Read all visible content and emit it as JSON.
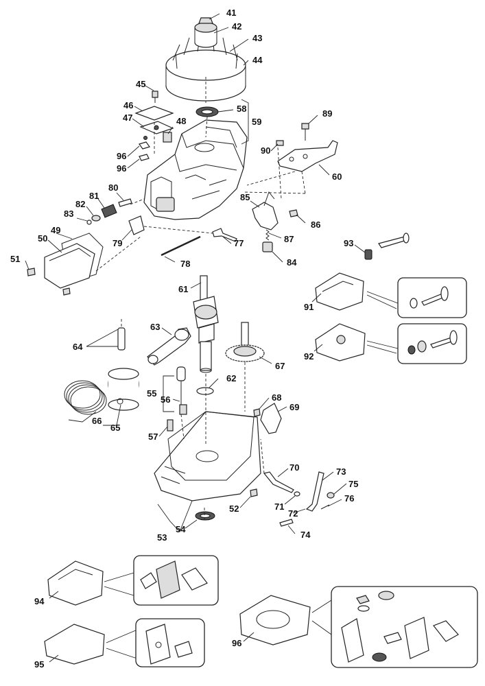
{
  "diagram": {
    "labels": [
      "41",
      "42",
      "43",
      "44",
      "45",
      "46",
      "47",
      "48",
      "58",
      "59",
      "89",
      "90",
      "96",
      "96",
      "60",
      "80",
      "81",
      "82",
      "83",
      "85",
      "86",
      "87",
      "77",
      "49",
      "50",
      "51",
      "79",
      "78",
      "93",
      "84",
      "61",
      "91",
      "92",
      "63",
      "64",
      "67",
      "62",
      "55",
      "56",
      "68",
      "69",
      "66",
      "65",
      "57",
      "70",
      "73",
      "75",
      "76",
      "71",
      "72",
      "52",
      "74",
      "54",
      "53",
      "94",
      "95",
      "96"
    ]
  }
}
